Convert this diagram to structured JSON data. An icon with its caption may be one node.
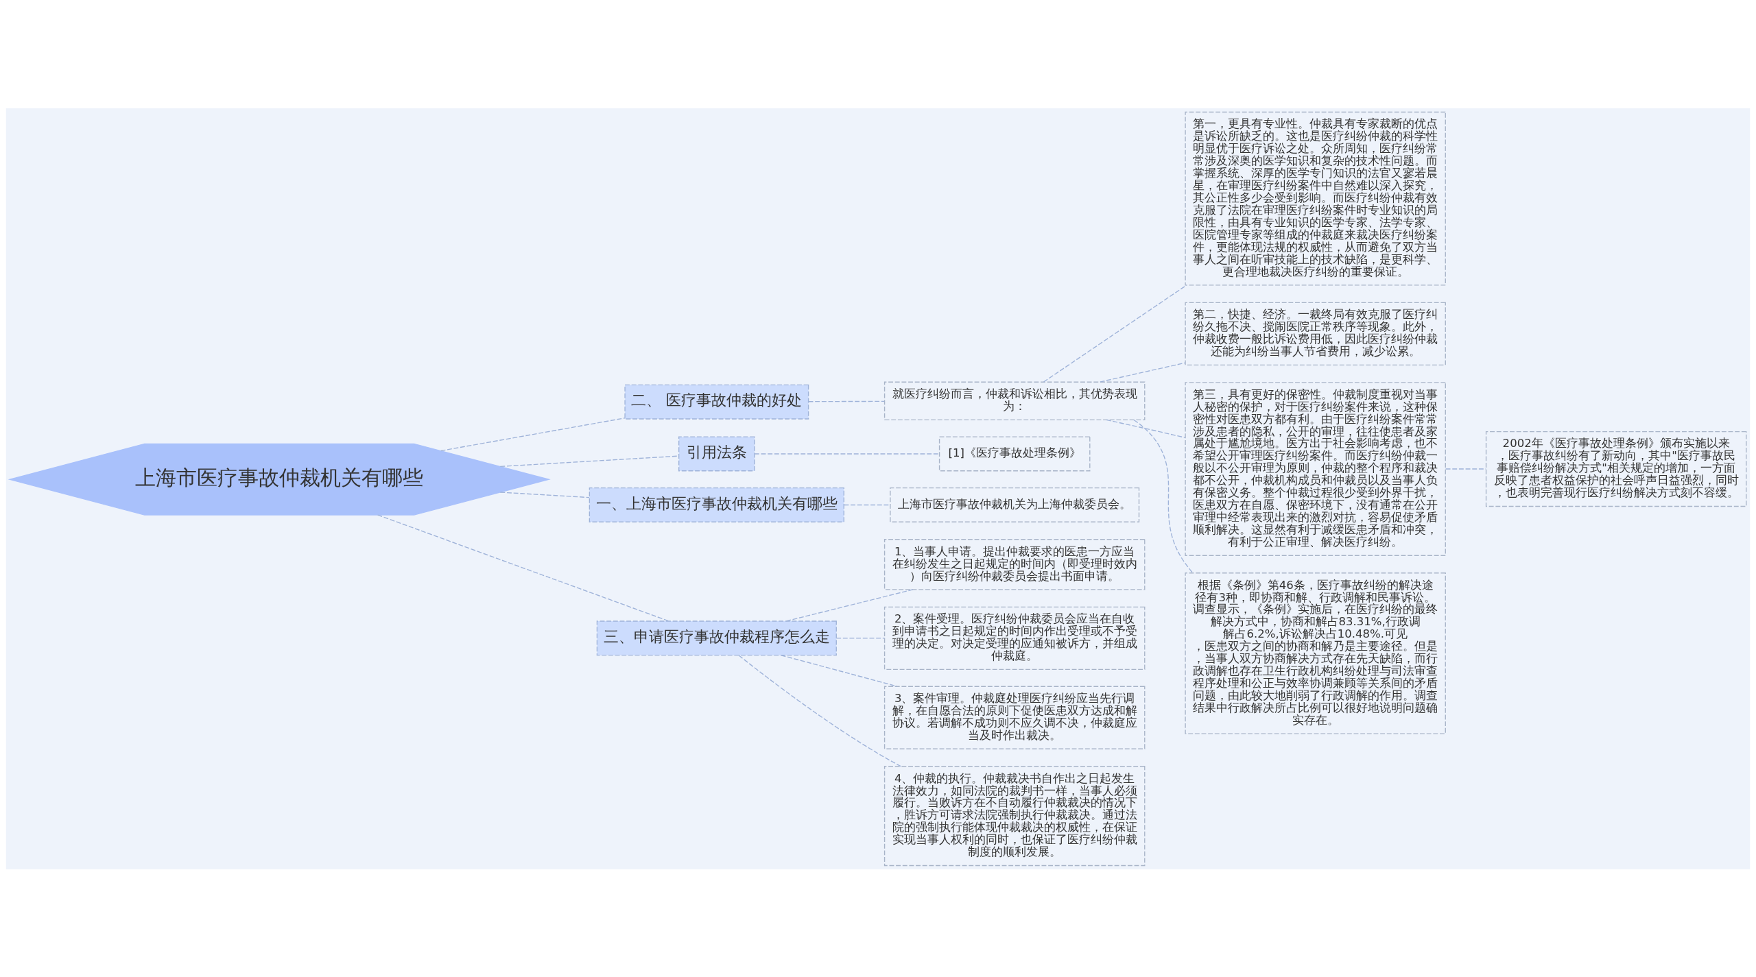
{
  "diagram": {
    "nodes": [
      {
        "text": [
          "上海市医疗事故仲裁机关有哪些"
        ]
      },
      {
        "text": [
          "二、 医疗事故仲裁的好处"
        ]
      },
      {
        "text": [
          "就医疗纠纷而言，仲裁和诉讼相比，其优势表现为："
        ]
      },
      {
        "text": [
          "第一，更具有专业性。仲裁具有专家裁断的优点是诉讼所缺乏的。这也是医疗纠纷仲裁的科学性明显优于医疗诉讼之处。众所周知，医疗纠纷常常涉及深奥的医学知识和复杂的技术性问题。而掌握系统、深厚的医学专门知识的法官又寥若晨星，在审理医疗纠纷案件中自然难以深入探究，其公正性多少会受到影响。而医疗纠纷仲裁有效克服了法院在审理医疗纠纷案件时专业知识的局限性，由具有专业知识的医学专家、法学专家、医院管理专家等组成的仲裁庭来裁决医疗纠纷案件，更能体现法规的权威性，从而避免了双方当事人之间在听审技能上的技术缺陷，是更科学、更合理地裁决医疗纠纷的重要保证。"
        ]
      },
      {
        "text": [
          "第二，快捷、经济。一裁终局有效克服了医疗纠纷久拖不决、搅闹医院正常秩序等现象。此外，仲裁收费一般比诉讼费用低，因此医疗纠纷仲裁还能为纠纷当事人节省费用，减少讼累。"
        ]
      },
      {
        "text": [
          "第三，具有更好的保密性。仲裁制度重视对当事人秘密的保护，对于医疗纠纷案件来说，这种保密性对医患双方都有利。由于医疗纠纷案件常常涉及患者的隐私，公开的审理，往往使患者及家属处于尴尬境地。医方出于社会影响考虑，也不希望公开审理医疗纠纷案件。而医疗纠纷仲裁一般以不公开审理为原则，仲裁的整个程序和裁决都不公开，仲裁机构成员和仲裁员以及当事人负有保密义务。整个仲裁过程很少受到外界干扰，医患双方在自愿、保密环境下，没有通常在公开审理中经常表现出来的激烈对抗，容易促使矛盾顺利解决。这显然有利于减缓医患矛盾和冲突，有利于公正审理、解决医疗纠纷。"
        ]
      },
      {
        "text": [
          "2002年《医疗事故处理条例》颁布实施以来，医疗事故纠纷有了新动向，其中\"医疗事故民事赔偿纠纷解决方式\"相关规定的增加，一方面反映了患者权益保护的社会呼声日益强烈，同时，也表明完善现行医疗纠纷解决方式刻不容缓。"
        ]
      },
      {
        "text": [
          "根据《条例》第46条，医疗事故纠纷的解决途径有3种，即协商和解、行政调解和民事诉讼。调查显示，《条例》实施后，在医疗纠纷的最终解决方式中，协商和解占83.31%,行政调解占6.2%,诉讼解决占10.48%.可见，医患双方之间的协商和解乃是主要途径。但是，当事人双方协商解决方式存在先天缺陷，而行政调解也存在卫生行政机构纠纷处理与司法审查程序处理和公正与效率协调兼顾等关系间的矛盾问题，由此较大地削弱了行政调解的作用。调查结果中行政解决所占比例可以很好地说明问题确实存在。"
        ]
      },
      {
        "text": [
          "引用法条"
        ]
      },
      {
        "text": [
          "[1]《医疗事故处理条例》"
        ]
      },
      {
        "text": [
          "一、上海市医疗事故仲裁机关有哪些"
        ]
      },
      {
        "text": [
          "上海市医疗事故仲裁机关为上海仲裁委员会。"
        ]
      },
      {
        "text": [
          "三、申请医疗事故仲裁程序怎么走"
        ]
      },
      {
        "text": [
          "1、当事人申请。提出仲裁要求的医患一方应当在纠纷发生之日起规定的时间内（即受理时效内）向医疗纠纷仲裁委员会提出书面申请。"
        ]
      },
      {
        "text": [
          "2、案件受理。医疗纠纷仲裁委员会应当在自收到申请书之日起规定的时间内作出受理或不予受理的决定。对决定受理的应通知被诉方，并组成仲裁庭。"
        ]
      },
      {
        "text": [
          "3、案件审理。仲裁庭处理医疗纠纷应当先行调解，在自愿合法的原则下促使医患双方达成和解协议。若调解不成功则不应久调不决，仲裁庭应当及时作出裁决。"
        ]
      },
      {
        "text": [
          "4、仲裁的执行。仲裁裁决书自作出之日起发生法律效力，如同法院的裁判书一样，当事人必须履行。当败诉方在不自动履行仲裁裁决的情况下，胜诉方可请求法院强制执行仲裁裁决。通过法院的强制执行能体现仲裁裁决的权威性，在保证实现当事人权利的同时，也保证了医疗纠纷仲裁制度的顺利发展。"
        ]
      }
    ],
    "edges": [
      {
        "from": 0,
        "to": 1,
        "arrow": "none"
      },
      {
        "from": 1,
        "to": 2,
        "arrow": "none"
      },
      {
        "from": 2,
        "to": 3,
        "arrow": "none"
      },
      {
        "from": 2,
        "to": 4,
        "arrow": "none"
      },
      {
        "from": 2,
        "to": 5,
        "arrow": "none"
      },
      {
        "from": 2,
        "to": 7,
        "arrow": "none"
      },
      {
        "from": 5,
        "to": 6,
        "arrow": "none"
      },
      {
        "from": 0,
        "to": 8,
        "arrow": "none"
      },
      {
        "from": 8,
        "to": 9,
        "arrow": "none"
      },
      {
        "from": 0,
        "to": 10,
        "arrow": "none"
      },
      {
        "from": 10,
        "to": 11,
        "arrow": "none"
      },
      {
        "from": 0,
        "to": 12,
        "arrow": "none"
      },
      {
        "from": 12,
        "to": 13,
        "arrow": "none"
      },
      {
        "from": 12,
        "to": 14,
        "arrow": "none"
      },
      {
        "from": 12,
        "to": 15,
        "arrow": "none"
      },
      {
        "from": 12,
        "to": 16,
        "arrow": "none"
      }
    ]
  }
}
